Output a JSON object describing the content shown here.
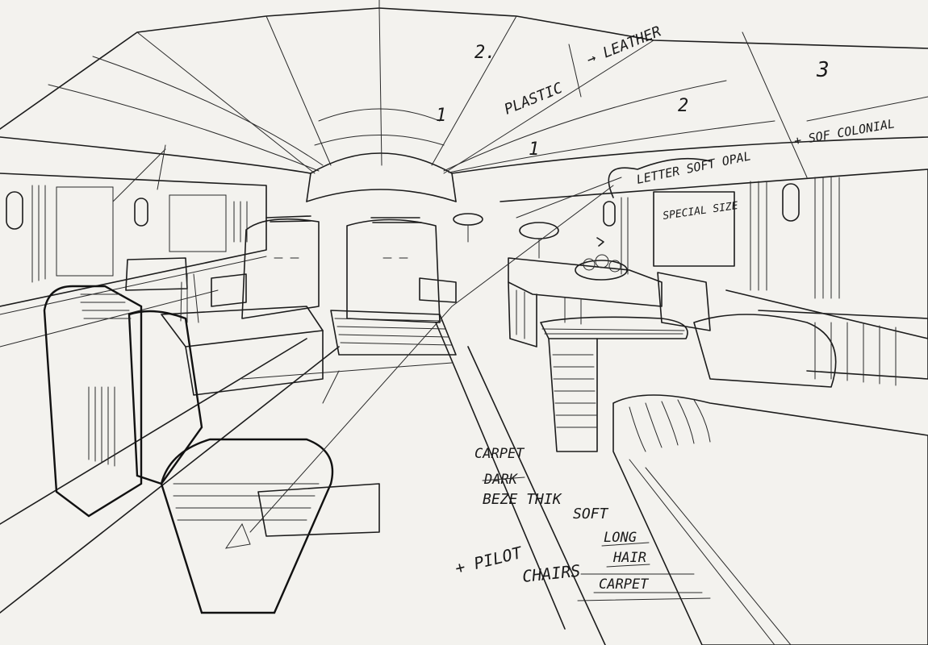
{
  "colors": {
    "paper": "#f3f2ee",
    "ink": "#1c1c1c"
  },
  "annotations": {
    "ceiling_left_zone": "1",
    "ceiling_mid_top": "2.",
    "ceiling_zone_1": "1",
    "ceiling_zone_2": "2",
    "ceiling_zone_3": "3",
    "plastic": "PLASTIC",
    "leather": "→ LEATHER",
    "letter_soft_opal": "LETTER SOFT OPAL",
    "sof_colonial": "+ SOF COLONIAL",
    "special_size": "SPECIAL SIZE",
    "carpet": "CARPET",
    "dark": "DARK",
    "beze_thik": "BEZE THIK",
    "soft": "SOFT",
    "pilot": "+ PILOT",
    "chairs": "CHAIRS",
    "long": "LONG",
    "hair": "HAIR",
    "carpet2": "CARPET"
  }
}
